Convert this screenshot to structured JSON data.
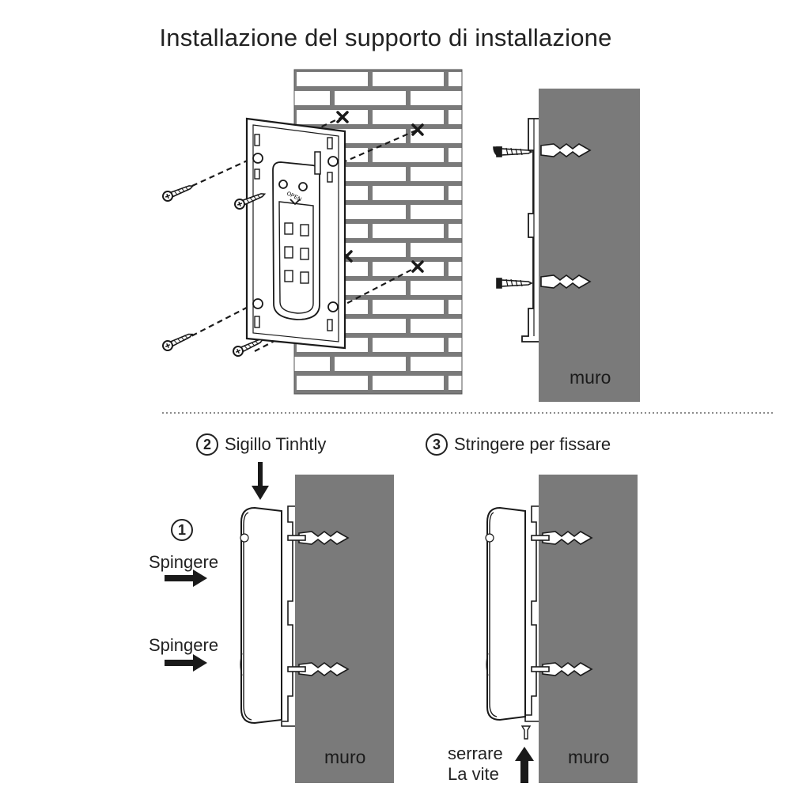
{
  "title": "Installazione del supporto di installazione",
  "bracket_open_text": "OPEN",
  "wall_label": "muro",
  "step1": {
    "number": "1",
    "label_a": "Spingere",
    "label_b": "Spingere"
  },
  "step2": {
    "number": "2",
    "label": "Sigillo Tinhtly"
  },
  "step3": {
    "number": "3",
    "label": "Stringere per fissare"
  },
  "screw_label_line1": "serrare",
  "screw_label_line2": "La vite",
  "colors": {
    "wall": "#7a7a7a",
    "brick_line": "#4a4a4a",
    "ink": "#1a1a1a"
  }
}
